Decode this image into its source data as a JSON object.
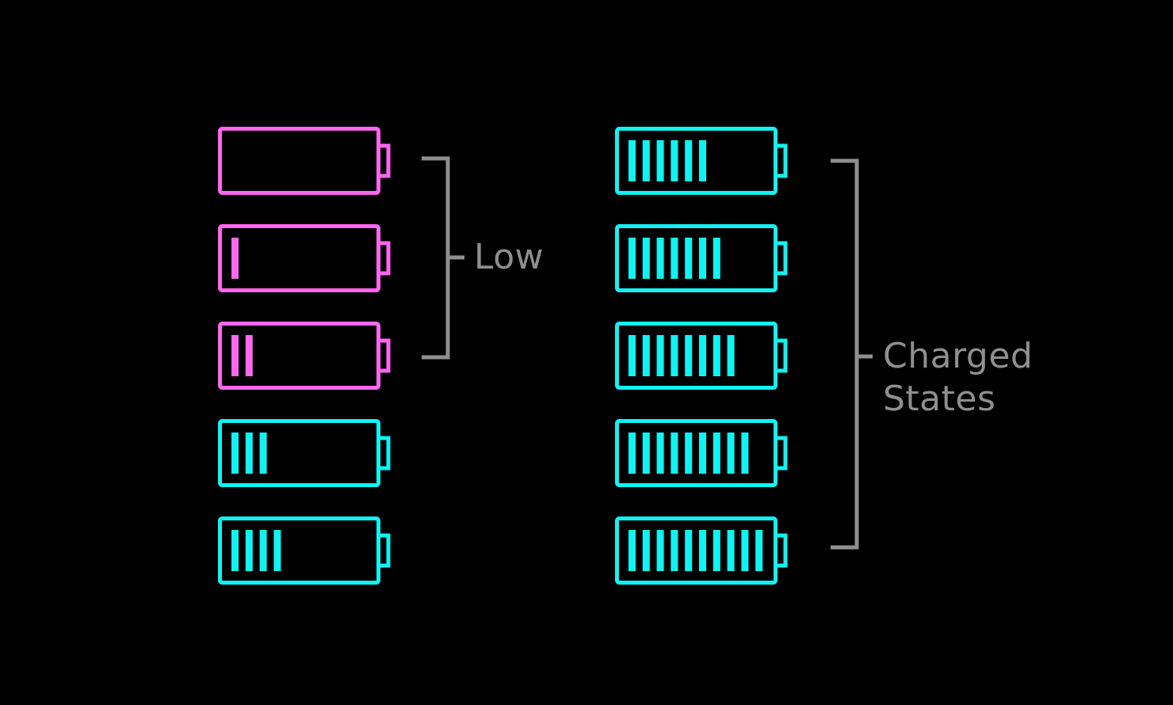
{
  "colors": {
    "background": "#000000",
    "low_battery": "#ff66f0",
    "charged_battery": "#11f2f2",
    "bracket": "#8f8f8f"
  },
  "groups": {
    "low": {
      "label": "Low"
    },
    "charged": {
      "label_line1": "Charged",
      "label_line2": "States"
    }
  },
  "batteries": {
    "left_column": [
      {
        "bars": 0,
        "state": "low"
      },
      {
        "bars": 1,
        "state": "low"
      },
      {
        "bars": 2,
        "state": "low"
      },
      {
        "bars": 3,
        "state": "charged"
      },
      {
        "bars": 4,
        "state": "charged"
      }
    ],
    "right_column": [
      {
        "bars": 6,
        "state": "charged"
      },
      {
        "bars": 7,
        "state": "charged"
      },
      {
        "bars": 8,
        "state": "charged"
      },
      {
        "bars": 9,
        "state": "charged"
      },
      {
        "bars": 10,
        "state": "charged"
      }
    ]
  }
}
